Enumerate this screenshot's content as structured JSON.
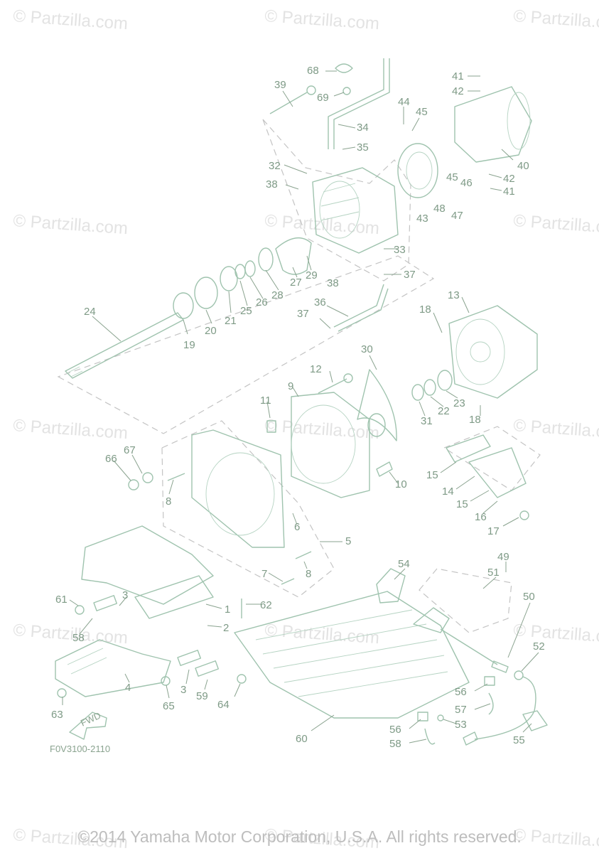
{
  "watermark": "© Partzilla.com",
  "diagram_code": "F0V3100-2110",
  "copyright": "©2014 Yamaha Motor Corporation, U.S.A. All rights reserved.",
  "fwd_label": "FWD",
  "callouts": [
    "1",
    "2",
    "3",
    "4",
    "5",
    "6",
    "7",
    "8",
    "9",
    "10",
    "11",
    "12",
    "13",
    "14",
    "15",
    "16",
    "17",
    "18",
    "19",
    "20",
    "21",
    "22",
    "23",
    "24",
    "25",
    "26",
    "27",
    "28",
    "29",
    "30",
    "31",
    "32",
    "33",
    "34",
    "35",
    "36",
    "37",
    "38",
    "39",
    "40",
    "41",
    "42",
    "43",
    "44",
    "45",
    "46",
    "47",
    "48",
    "49",
    "50",
    "51",
    "52",
    "53",
    "54",
    "55",
    "56",
    "57",
    "58",
    "59",
    "60",
    "61",
    "62",
    "63",
    "64",
    "65",
    "66",
    "67",
    "68",
    "69"
  ]
}
